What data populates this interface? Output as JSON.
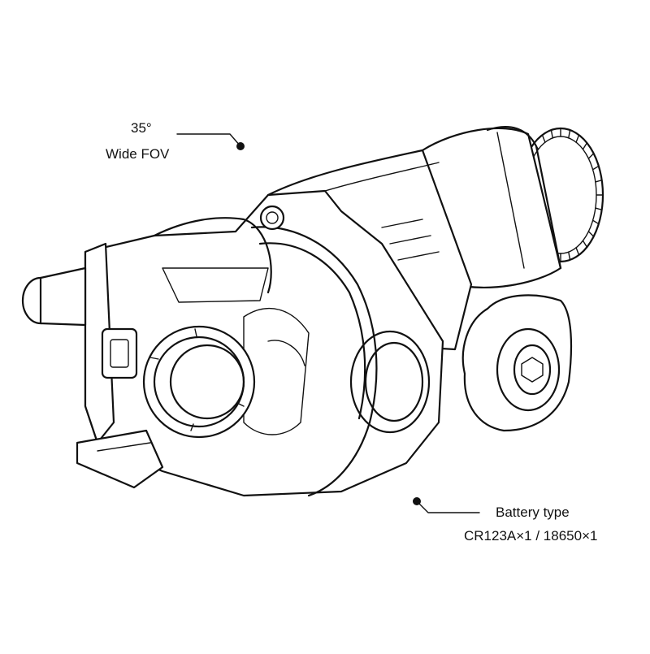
{
  "callouts": {
    "fov": {
      "line1": "35°",
      "line2": "Wide FOV"
    },
    "battery": {
      "line1": "Battery type",
      "line2": "CR123A×1 / 18650×1"
    }
  },
  "colors": {
    "ink": "#111111",
    "background": "#ffffff"
  }
}
